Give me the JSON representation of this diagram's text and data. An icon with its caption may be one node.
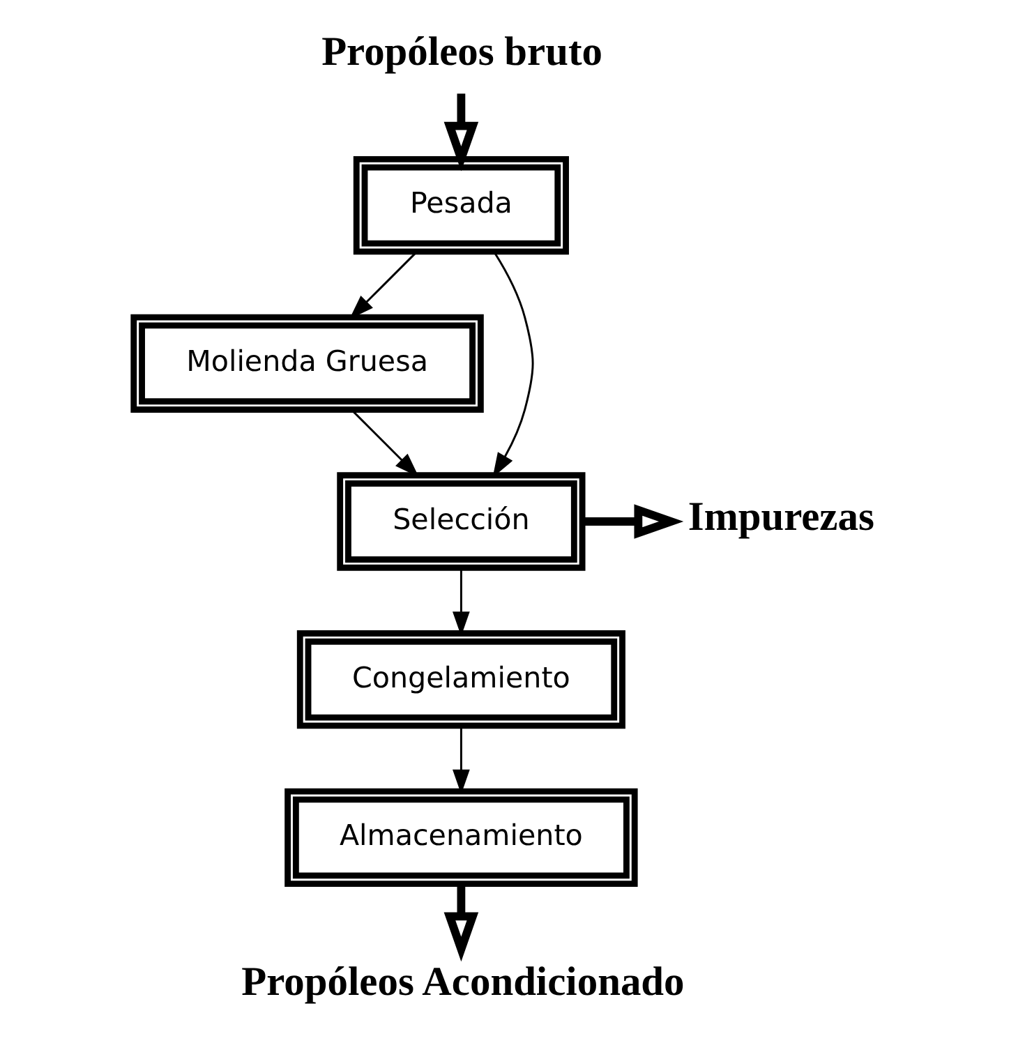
{
  "diagram": {
    "nodes": [
      {
        "text": [
          "Propóleos bruto"
        ]
      },
      {
        "text": [
          "Pesada"
        ]
      },
      {
        "text": [
          "Molienda Gruesa"
        ]
      },
      {
        "text": [
          "Selección"
        ]
      },
      {
        "text": [
          "Impurezas"
        ]
      },
      {
        "text": [
          "Congelamiento"
        ]
      },
      {
        "text": [
          "Almacenamiento"
        ]
      },
      {
        "text": [
          "Propóleos Acondicionado"
        ]
      }
    ],
    "edges": [
      {
        "from": 0,
        "to": 1,
        "arrow": "to",
        "style": "thick"
      },
      {
        "from": 1,
        "to": 3,
        "arrow": "to"
      },
      {
        "from": 1,
        "to": 2,
        "arrow": "to"
      },
      {
        "from": 2,
        "to": 3,
        "arrow": "to"
      },
      {
        "from": 3,
        "to": 4,
        "arrow": "to",
        "style": "thick"
      },
      {
        "from": 3,
        "to": 5,
        "arrow": "to"
      },
      {
        "from": 5,
        "to": 6,
        "arrow": "to"
      },
      {
        "from": 6,
        "to": 7,
        "arrow": "to",
        "style": "thick"
      }
    ]
  }
}
